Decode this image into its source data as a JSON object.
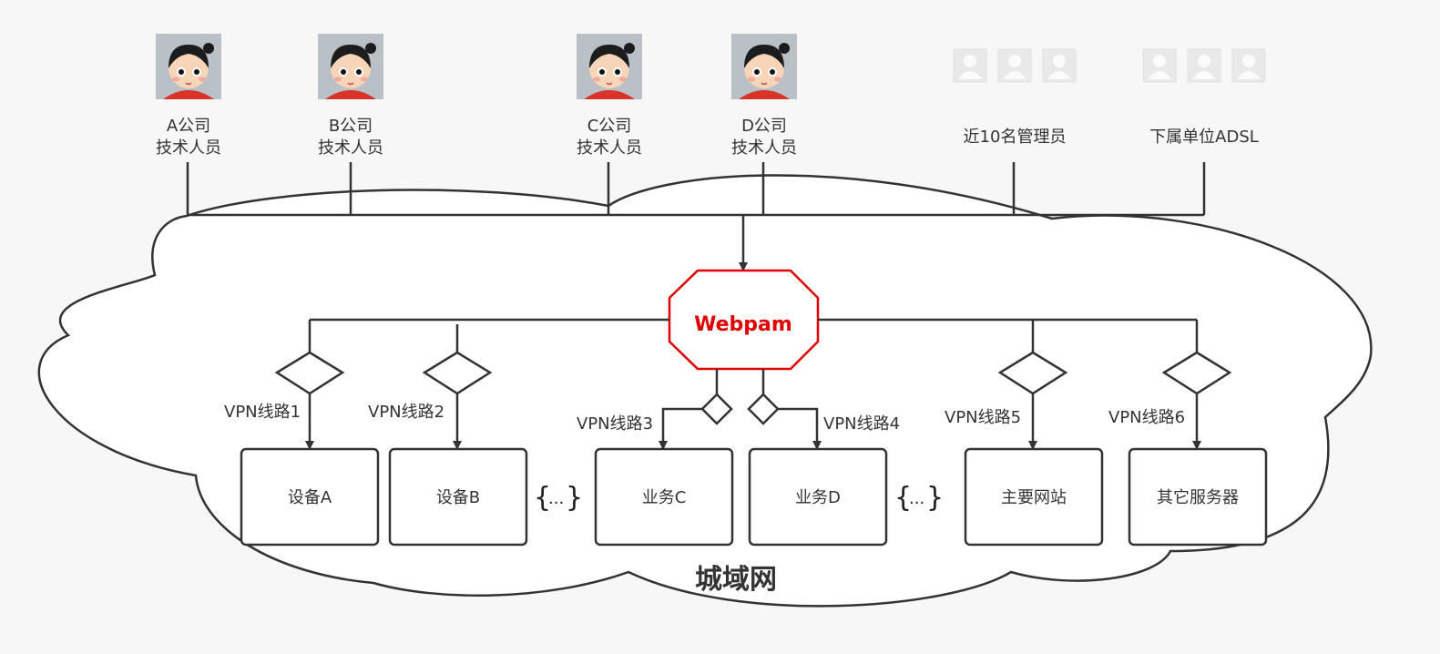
{
  "diagram": {
    "hub_label": "Webpam",
    "network_label": "城域网",
    "users": [
      {
        "id": "a",
        "line1": "A公司",
        "line2": "技术人员",
        "icon": "user-avatar-icon"
      },
      {
        "id": "b",
        "line1": "B公司",
        "line2": "技术人员",
        "icon": "user-avatar-icon"
      },
      {
        "id": "c",
        "line1": "C公司",
        "line2": "技术人员",
        "icon": "user-avatar-icon"
      },
      {
        "id": "d",
        "line1": "D公司",
        "line2": "技术人员",
        "icon": "user-avatar-icon"
      }
    ],
    "groups": [
      {
        "id": "admins",
        "label": "近10名管理员",
        "icon": "user-placeholder-icon"
      },
      {
        "id": "adsl",
        "label": "下属单位ADSL",
        "icon": "user-placeholder-icon"
      }
    ],
    "vpn_lines": [
      "VPN线路1",
      "VPN线路2",
      "VPN线路3",
      "VPN线路4",
      "VPN线路5",
      "VPN线路6"
    ],
    "targets": [
      "设备A",
      "设备B",
      "业务C",
      "业务D",
      "主要网站",
      "其它服务器"
    ],
    "ellipsis": [
      "...",
      "..."
    ],
    "colors": {
      "hub_stroke": "#e00000",
      "hub_text": "#e00000",
      "line": "#333333",
      "background": "#f7f7f7"
    }
  }
}
